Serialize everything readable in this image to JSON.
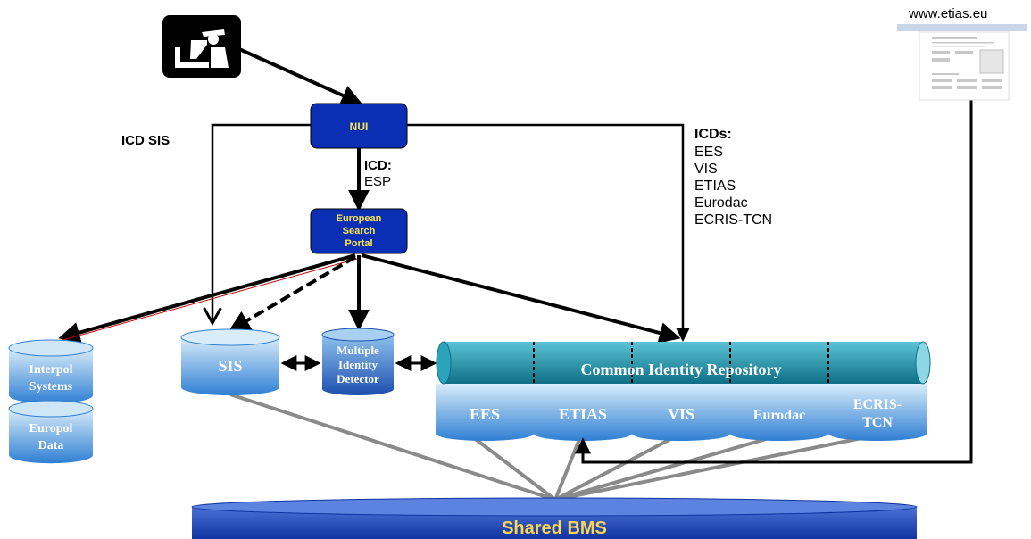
{
  "icons": {
    "officer": "border-guard-icon",
    "website": "etias-website-thumbnail"
  },
  "website": {
    "url": "www.etias.eu"
  },
  "labels": {
    "icd_sis": "ICD SIS",
    "icd_title": "ICD:",
    "icd_esp": "ESP",
    "icds_title": "ICDs:",
    "icds_list": [
      "EES",
      "VIS",
      "ETIAS",
      "Eurodac",
      "ECRIS-TCN"
    ]
  },
  "boxes": {
    "nui": "NUI",
    "esp": [
      "European",
      "Search",
      "Portal"
    ]
  },
  "databases": {
    "interpol": [
      "Interpol",
      "Systems"
    ],
    "europol": [
      "Europol",
      "Data"
    ],
    "sis": "SIS",
    "mid": [
      "Multiple",
      "Identity",
      "Detector"
    ],
    "cir": "Common Identity Repository",
    "ees": "EES",
    "etias": "ETIAS",
    "vis": "VIS",
    "eurodac": "Eurodac",
    "ecris": [
      "ECRIS-",
      "TCN"
    ]
  },
  "bms": {
    "label": "Shared BMS"
  },
  "colors": {
    "box_blue": "#0a2fb4",
    "box_text_yellow": "#ffe64d",
    "cyl_light": "#bfe0f7",
    "cyl_dark": "#3d88d6",
    "cir_teal": "#1b8fa8",
    "bms_blue": "#1a45b8",
    "bms_text": "#ffd64d",
    "line_gray": "#8a8a8a"
  }
}
